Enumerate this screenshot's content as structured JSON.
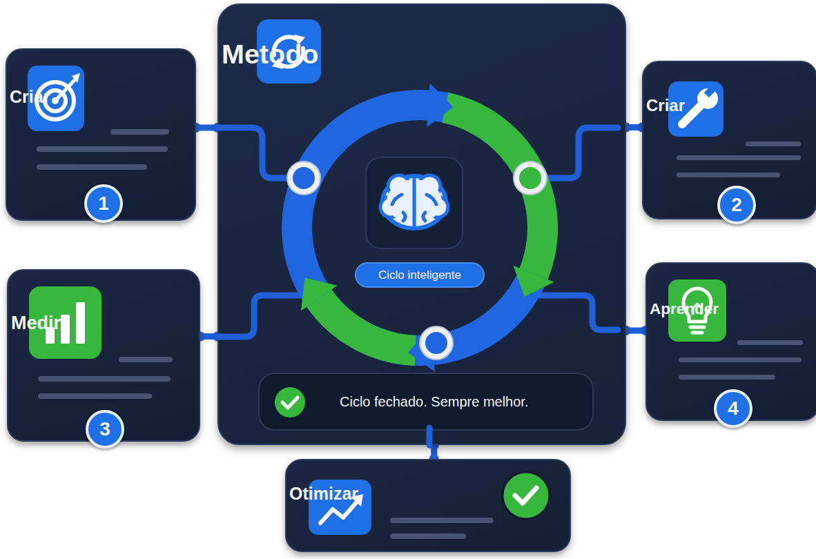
{
  "diagram": {
    "nodes": [
      {
        "text": [
          "Metodo"
        ]
      },
      {
        "text": [
          "Ciclo inteligente"
        ],
        "in": 0
      },
      {
        "text": [
          "Ciclo fechado. Sempre melhor."
        ],
        "in": 0
      },
      {
        "text": [
          "Criar"
        ]
      },
      {
        "text": [
          "1"
        ],
        "in": 3
      },
      {
        "text": [
          "Criar"
        ]
      },
      {
        "text": [
          "2"
        ],
        "in": 5
      },
      {
        "text": [
          "Medir"
        ]
      },
      {
        "text": [
          "3"
        ],
        "in": 7
      },
      {
        "text": [
          "Aprender"
        ]
      },
      {
        "text": [
          "4"
        ],
        "in": 9
      },
      {
        "text": [
          "Otimizar"
        ]
      }
    ],
    "edges": [
      {
        "from": 3,
        "to": 0,
        "arrow": "none"
      },
      {
        "from": 5,
        "to": 0,
        "arrow": "none"
      },
      {
        "from": 7,
        "to": 0,
        "arrow": "none"
      },
      {
        "from": 9,
        "to": 0,
        "arrow": "none"
      },
      {
        "from": 0,
        "to": 11,
        "arrow": "none"
      }
    ]
  }
}
